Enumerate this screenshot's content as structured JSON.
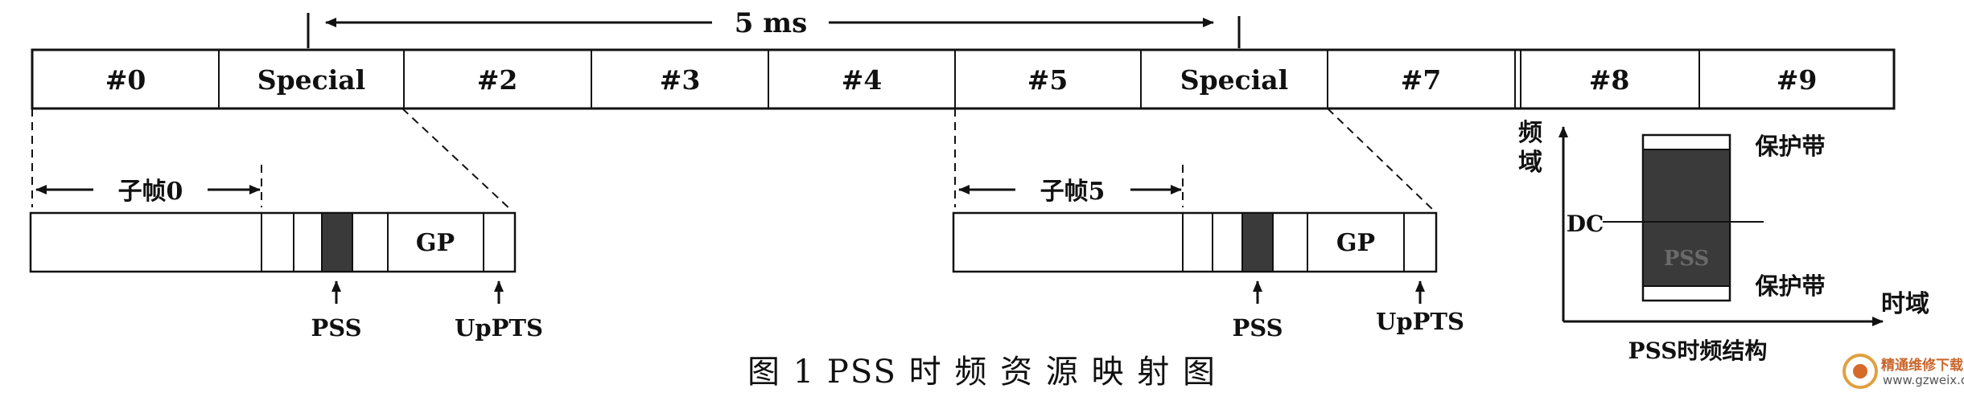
{
  "top_span_label": "5 ms",
  "frame_cells": [
    "#0",
    "Special",
    "#2",
    "#3",
    "#4",
    "#5",
    "Special",
    "#7",
    "#8",
    "#9"
  ],
  "subframe0": {
    "label": "子帧0",
    "gp": "GP",
    "pss": "PSS",
    "uppts": "UpPTS"
  },
  "subframe5": {
    "label": "子帧5",
    "gp": "GP",
    "pss": "PSS",
    "uppts": "UpPTS"
  },
  "pss_structure": {
    "freq_axis": [
      "频",
      "域"
    ],
    "time_axis": "时域",
    "dc": "DC",
    "guard_band_top": "保护带",
    "guard_band_bottom": "保护带",
    "block_label": "PSS",
    "title": "PSS时频结构"
  },
  "caption": "图 1   PSS 时 频 资 源 映 射 图",
  "watermark": {
    "line1": "精通维修下载",
    "line2": "www.gzweix.com"
  },
  "colors": {
    "line": "#111111",
    "pss_fill": "#3a3a3a",
    "watermark_accent": "#c9672b"
  }
}
